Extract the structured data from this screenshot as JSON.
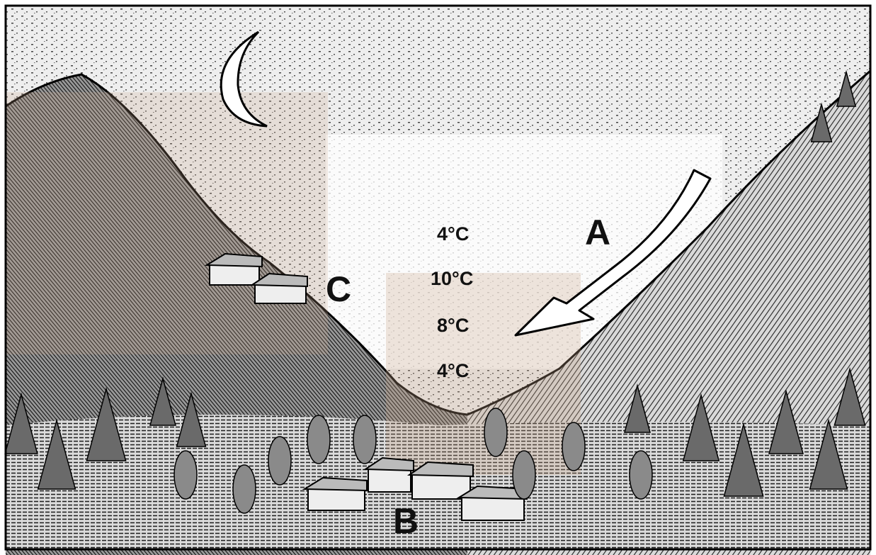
{
  "labels": {
    "a": "A",
    "b": "B",
    "c": "C"
  },
  "temperatures": [
    "4°C",
    "10°C",
    "8°C",
    "4°C"
  ],
  "colors": {
    "ink": "#111111",
    "paper": "#f2f2f2",
    "overlay": "#c9a487"
  },
  "icons": {
    "moon": "crescent-moon-icon",
    "arrow": "cold-air-flow-arrow",
    "trees": "conifer-tree-icon",
    "houses": "house-icon"
  }
}
